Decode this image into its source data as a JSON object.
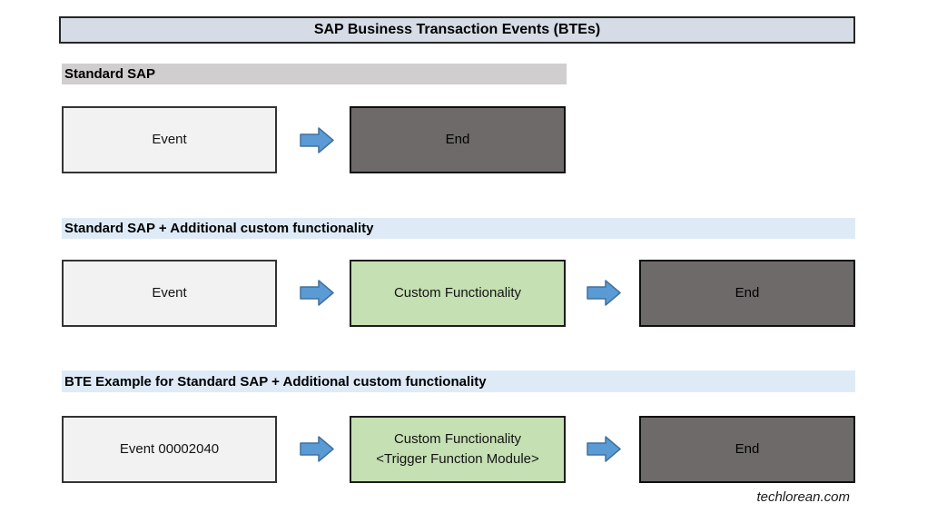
{
  "title_bar": {
    "text": "SAP Business Transaction Events (BTEs)"
  },
  "colors": {
    "title_bar_bg": "#d6dce5",
    "gray_header_bg": "#d0cece",
    "blue_header_bg": "#deebf7",
    "event_box_fill": "#f2f2f2",
    "custom_box_fill": "#c5e0b3",
    "end_box_fill": "#6f6a6a",
    "arrow_fill": "#5b9bd5",
    "arrow_outline": "#41719c"
  },
  "sections": [
    {
      "header": "Standard SAP",
      "nodes": [
        {
          "label": "Event",
          "type": "event"
        },
        {
          "label": "End",
          "type": "end"
        }
      ]
    },
    {
      "header": "Standard SAP + Additional custom functionality",
      "nodes": [
        {
          "label": "Event",
          "type": "event"
        },
        {
          "label": "Custom Functionality",
          "type": "custom"
        },
        {
          "label": "End",
          "type": "end"
        }
      ]
    },
    {
      "header": "BTE Example for Standard SAP + Additional custom functionality",
      "nodes": [
        {
          "label": "Event 00002040",
          "type": "event"
        },
        {
          "label": "Custom Functionality",
          "label2": "<Trigger Function Module>",
          "type": "custom"
        },
        {
          "label": "End",
          "type": "end"
        }
      ]
    }
  ],
  "watermark": "techlorean.com"
}
